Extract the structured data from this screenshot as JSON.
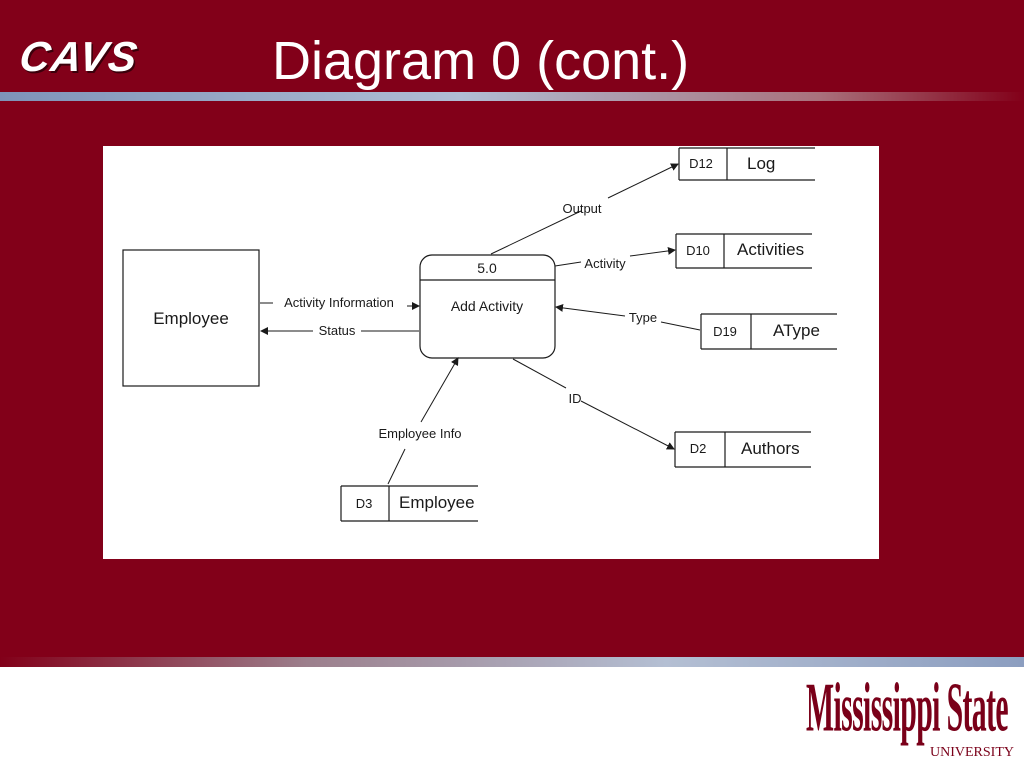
{
  "header": {
    "logo_text": "CAVS",
    "title": "Diagram 0 (cont.)"
  },
  "diagram": {
    "external_entity": {
      "label": "Employee"
    },
    "process": {
      "number": "5.0",
      "label": "Add Activity"
    },
    "data_stores": [
      {
        "id": "D12",
        "name": "Log"
      },
      {
        "id": "D10",
        "name": "Activities"
      },
      {
        "id": "D19",
        "name": "AType"
      },
      {
        "id": "D2",
        "name": "Authors"
      },
      {
        "id": "D3",
        "name": "Employee"
      }
    ],
    "flows": [
      {
        "label": "Output"
      },
      {
        "label": "Activity"
      },
      {
        "label": "Type"
      },
      {
        "label": "ID"
      },
      {
        "label": "Employee Info"
      },
      {
        "label": "Activity Information"
      },
      {
        "label": "Status"
      }
    ]
  },
  "footer": {
    "logo_wordmark": "Mississippi State",
    "logo_subtext": "UNIVERSITY"
  },
  "colors": {
    "maroon": "#820019",
    "white": "#ffffff",
    "ink": "#1a1a1a"
  }
}
